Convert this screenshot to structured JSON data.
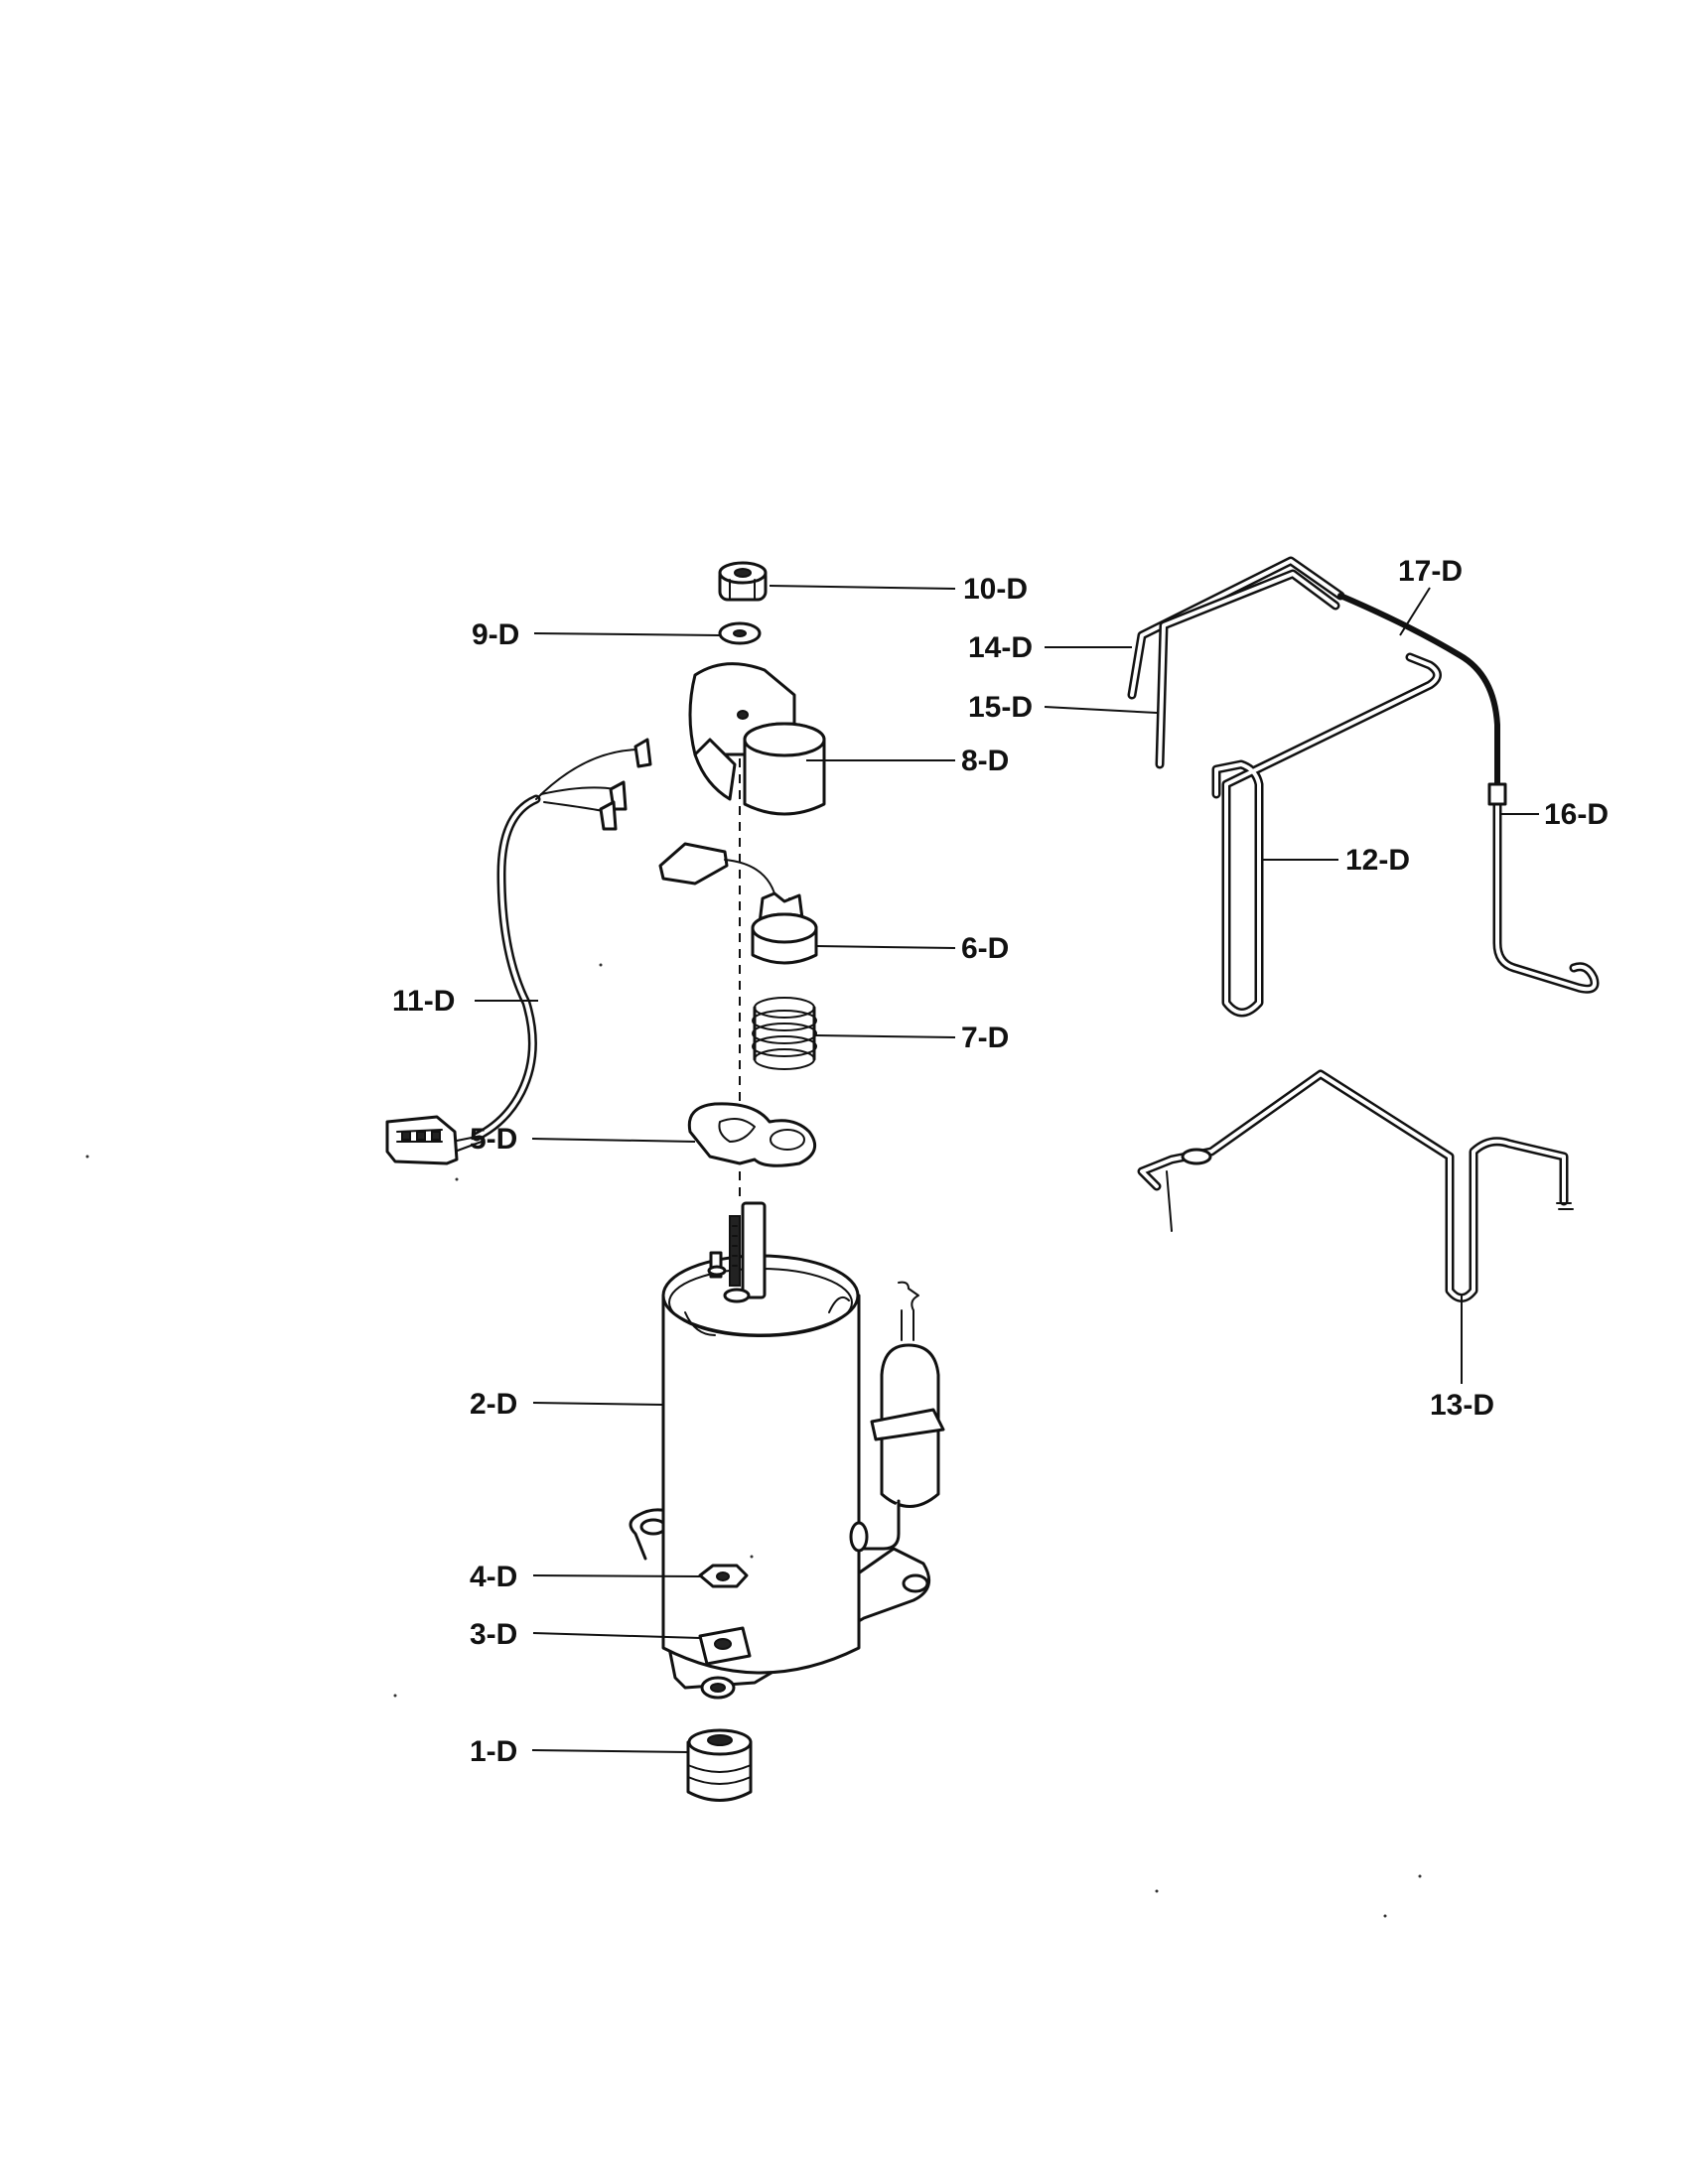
{
  "parts": {
    "p1": "1-D",
    "p2": "2-D",
    "p3": "3-D",
    "p4": "4-D",
    "p5": "5-D",
    "p6": "6-D",
    "p7": "7-D",
    "p8": "8-D",
    "p9": "9-D",
    "p10": "10-D",
    "p11": "11-D",
    "p12": "12-D",
    "p13": "13-D",
    "p14": "14-D",
    "p15": "15-D",
    "p16": "16-D",
    "p17": "17-D"
  }
}
